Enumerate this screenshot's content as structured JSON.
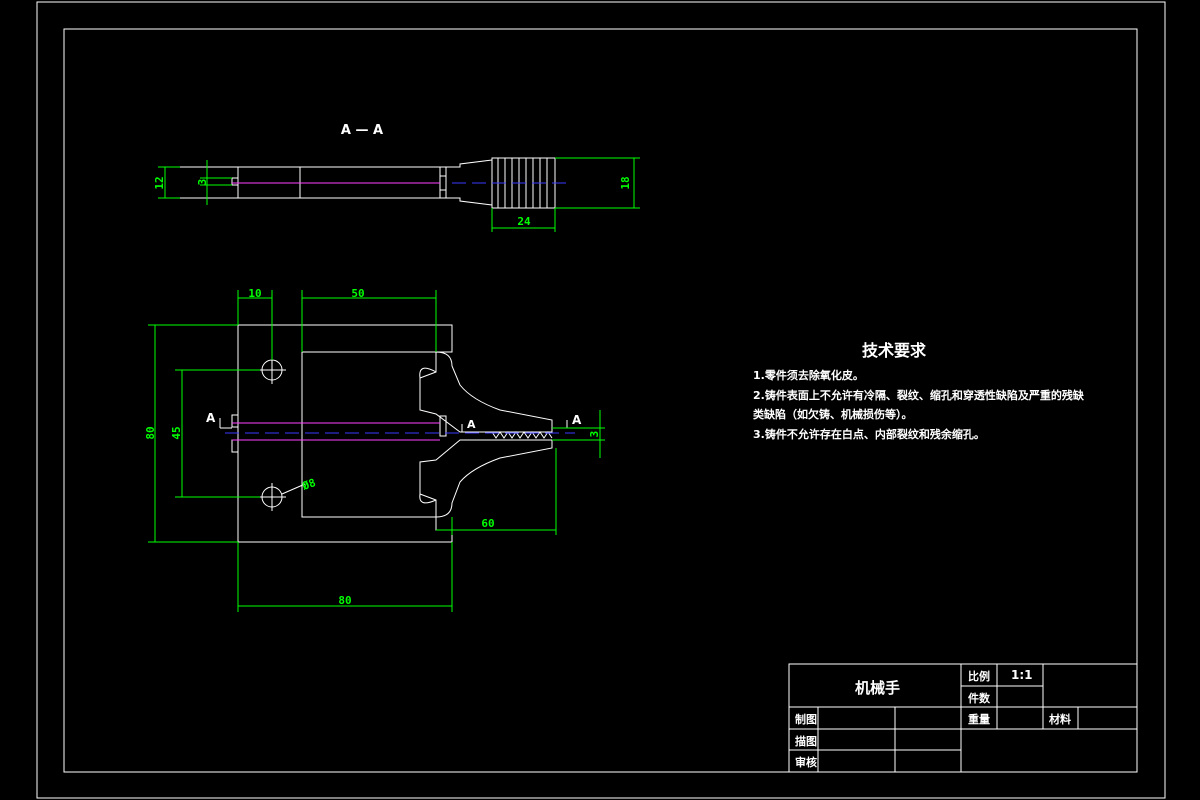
{
  "section_title": "A — A",
  "section_marks": [
    "A",
    "A",
    "A"
  ],
  "dimensions": {
    "d12": "12",
    "d3_top": "3",
    "d18": "18",
    "d24": "24",
    "d10": "10",
    "d50": "50",
    "d80_v": "80",
    "d45": "45",
    "d3_right": "3",
    "d8": "Ø8",
    "d60": "60",
    "d80_h": "80"
  },
  "tech": {
    "title": "技术要求",
    "items": [
      "1.零件须去除氧化皮。",
      "2.铸件表面上不允许有冷隔、裂纹、缩孔和穿透性缺陷及严重的残缺",
      "类缺陷（如欠铸、机械损伤等）。",
      "3.铸件不允许存在白点、内部裂纹和残余缩孔。"
    ]
  },
  "title_block": {
    "part_name": "机械手",
    "scale_label": "比例",
    "scale_value": "1:1",
    "count_label": "件数",
    "weight_label": "重量",
    "material_label": "材料",
    "drawn_label": "制图",
    "traced_label": "描图",
    "review_label": "审核"
  },
  "colors": {
    "background": "#000000",
    "outline": "#ffffff",
    "dimension": "#00ff00",
    "center_line": "#3a3aff",
    "section_line": "#ff40ff"
  }
}
